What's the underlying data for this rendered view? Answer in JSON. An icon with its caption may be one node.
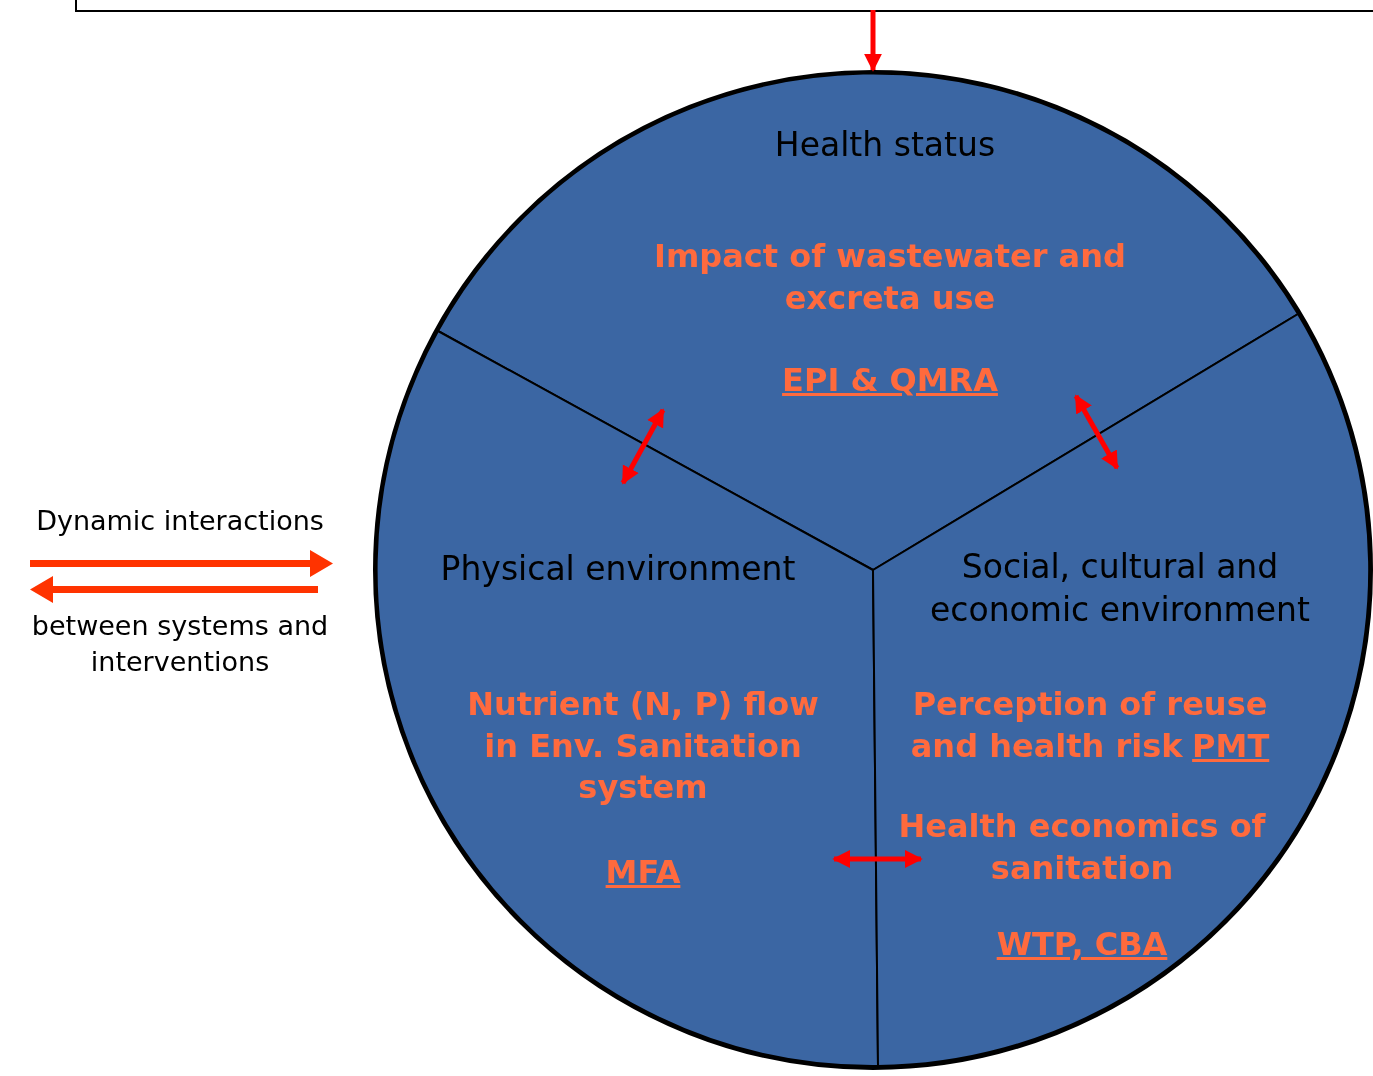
{
  "diagram": {
    "nodes": [
      {
        "text": [],
        "shape": "box"
      },
      {
        "text": [],
        "shape": "circle"
      },
      {
        "text": [
          "Health status",
          "Impact of wastewater and excreta use",
          "EPI & QMRA"
        ],
        "in": 1
      },
      {
        "text": [
          "Physical environment",
          "Nutrient (N, P) flow in Env. Sanitation system",
          "MFA"
        ],
        "in": 1
      },
      {
        "text": [
          "Social, cultural and economic environment",
          "Perception of reuse and health risk",
          "PMT",
          "Health economics of sanitation",
          "WTP, CBA"
        ],
        "in": 1
      }
    ],
    "edges": [
      {
        "from": 0,
        "to": 1,
        "arrow": "to"
      },
      {
        "from": 2,
        "to": 3,
        "arrow": "both"
      },
      {
        "from": 2,
        "to": 4,
        "arrow": "both"
      },
      {
        "from": 3,
        "to": 4,
        "arrow": "both"
      }
    ],
    "labels": [
      "Dynamic interactions",
      "between systems and interventions"
    ]
  }
}
